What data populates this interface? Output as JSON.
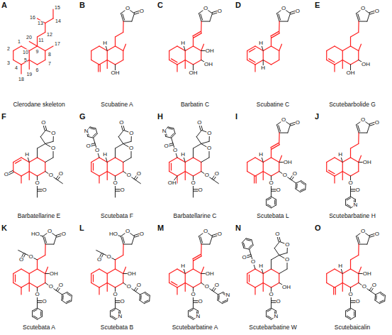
{
  "diagram": {
    "labels": [
      "A",
      "Clerodane skeleton",
      "1",
      "2",
      "3",
      "4",
      "5",
      "6",
      "7",
      "8",
      "9",
      "10",
      "11",
      "12",
      "13",
      "14",
      "15",
      "16",
      "17",
      "18",
      "19",
      "20",
      "B",
      "Scubatine A",
      "O",
      "O",
      "H",
      "OH",
      "C",
      "Barbatin C",
      "O",
      "O",
      "H",
      "OH",
      "OH",
      "OH",
      "D",
      "Scubatine C",
      "O",
      "O",
      "H",
      "H",
      "E",
      "Scutebarbolide G",
      "O",
      "O",
      "OH",
      "OH",
      "F",
      "Barbatellarine E",
      "O",
      "O",
      "O",
      "O",
      "H",
      "O",
      "O",
      "O",
      "O",
      "G",
      "Scutebata F",
      "O",
      "O",
      "O",
      "O",
      "O",
      "N",
      "H",
      "O",
      "O",
      "O",
      "O",
      "H",
      "Barbatellarine C",
      "O",
      "O",
      "O",
      "O",
      "O",
      "N",
      "OH",
      "H",
      "O",
      "O",
      "O",
      "O",
      "I",
      "Scutebata L",
      "O",
      "O",
      "H",
      "OH",
      "O",
      "O",
      "O",
      "O",
      "J",
      "Scutebarbatine H",
      "O",
      "O",
      "H",
      "OH",
      "O",
      "O",
      "N",
      "K",
      "Scutebata A",
      "O",
      "O",
      "HO",
      "O",
      "O",
      "OH",
      "O",
      "O",
      "O",
      "O",
      "L",
      "Scutebata B",
      "O",
      "O",
      "HO",
      "O",
      "O",
      "OH",
      "O",
      "O",
      "O",
      "O",
      "N",
      "M",
      "Scutebarbatine A",
      "O",
      "O",
      "H",
      "OH",
      "O",
      "O",
      "N",
      "O",
      "O",
      "N",
      "N",
      "Scutebarbatine W",
      "O",
      "O",
      "O",
      "O",
      "O",
      "H",
      "O",
      "O",
      "N",
      "OH",
      "O",
      "Scutebaicalin",
      "O",
      "O",
      "H",
      "OH",
      "O",
      "O",
      "O",
      "O"
    ]
  }
}
